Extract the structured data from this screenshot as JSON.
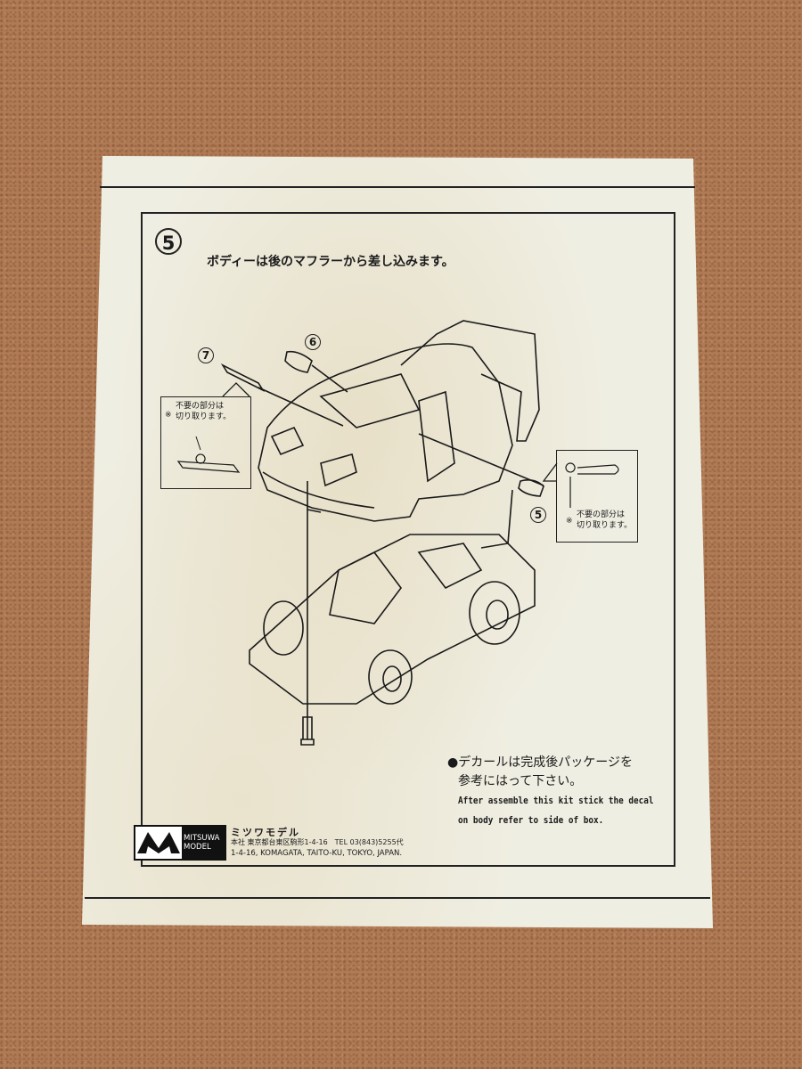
{
  "step": {
    "number": "5",
    "instruction": "ボディーは後のマフラーから差し込みます。"
  },
  "parts": {
    "part_7": "7",
    "part_6": "6",
    "part_5": "5"
  },
  "callouts": {
    "left": {
      "mark": "※",
      "line1": "不要の部分は",
      "line2": "切り取ります。"
    },
    "right": {
      "mark": "※",
      "line1": "不要の部分は",
      "line2": "切り取ります。"
    }
  },
  "decal_note": {
    "jp_line1": "デカールは完成後パッケージを",
    "jp_line2": "参考にはって下さい。",
    "en_line1": "After assemble this kit stick the decal",
    "en_line2": "on body refer to side of box."
  },
  "company": {
    "logo_line1": "MITSUWA",
    "logo_line2": "MODEL",
    "name_jp": "ミツワモデル",
    "address_jp": "本社 東京都台東区駒形1-4-16　TEL 03(843)5255代",
    "address_en": "1-4-16, KOMAGATA, TAITO-KU, TOKYO, JAPAN."
  }
}
